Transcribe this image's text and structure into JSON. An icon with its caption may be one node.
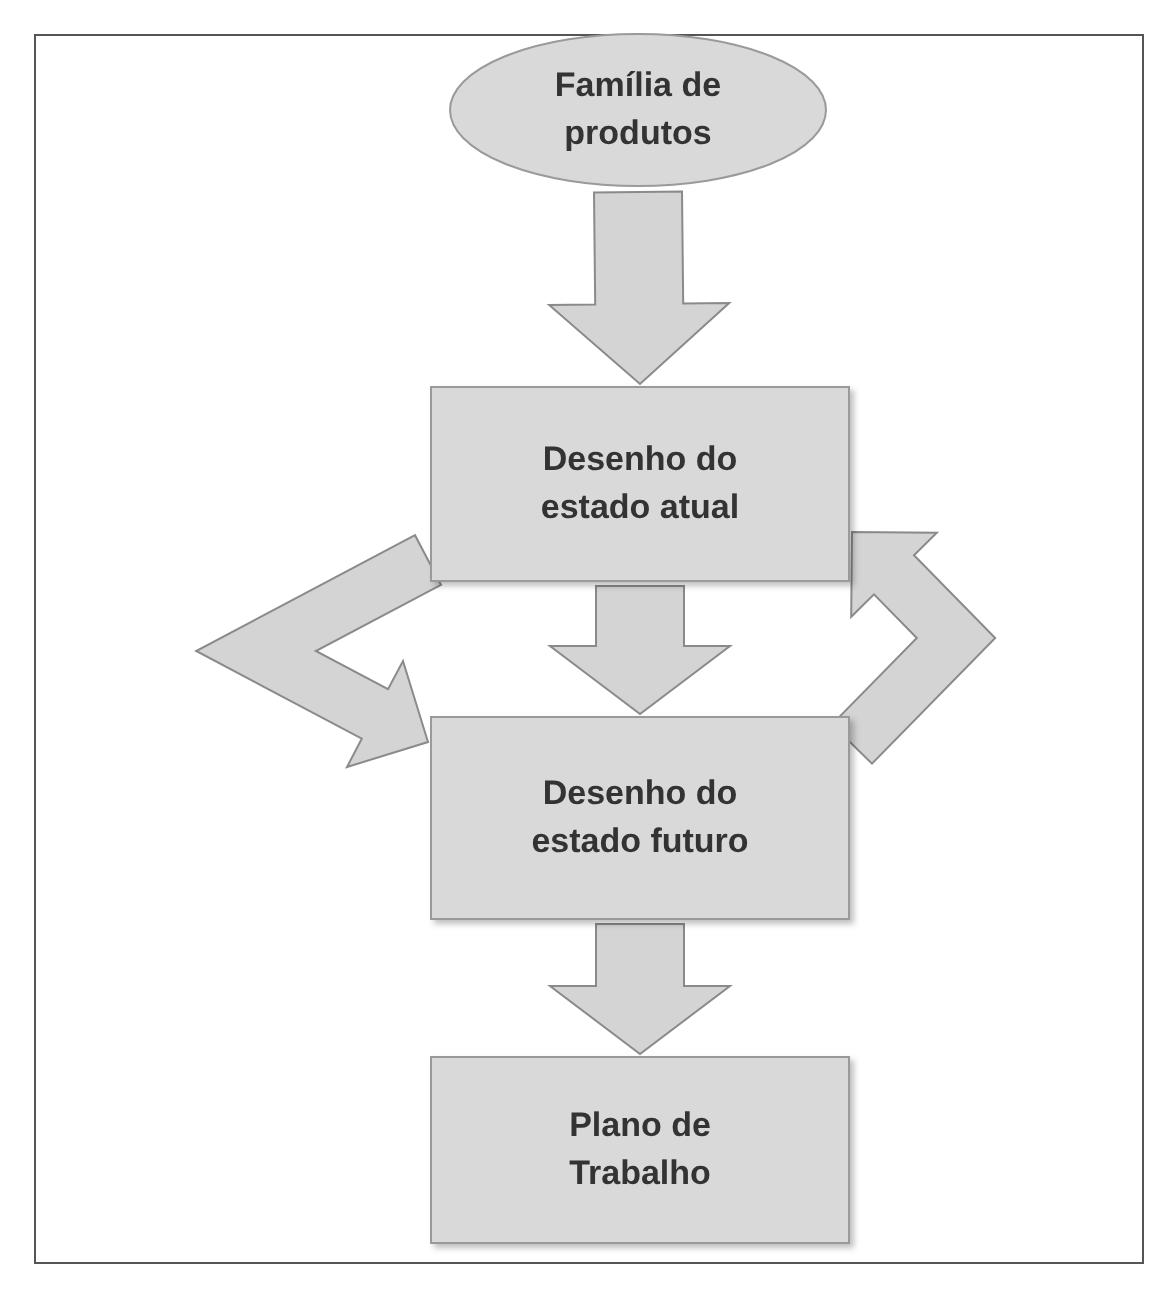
{
  "diagram": {
    "nodes": [
      {
        "text": [
          "Família de produtos"
        ]
      },
      {
        "text": [
          "Desenho do estado atual"
        ]
      },
      {
        "text": [
          "Desenho do estado futuro"
        ]
      },
      {
        "text": [
          "Plano de Trabalho"
        ]
      }
    ],
    "edges": [
      {
        "from": 0,
        "to": 1,
        "arrow": "to"
      },
      {
        "from": 1,
        "to": 2,
        "arrow": "to"
      },
      {
        "from": 1,
        "to": 2,
        "arrow": "to"
      },
      {
        "from": 2,
        "to": 1,
        "arrow": "to"
      },
      {
        "from": 2,
        "to": 3,
        "arrow": "to"
      }
    ]
  }
}
